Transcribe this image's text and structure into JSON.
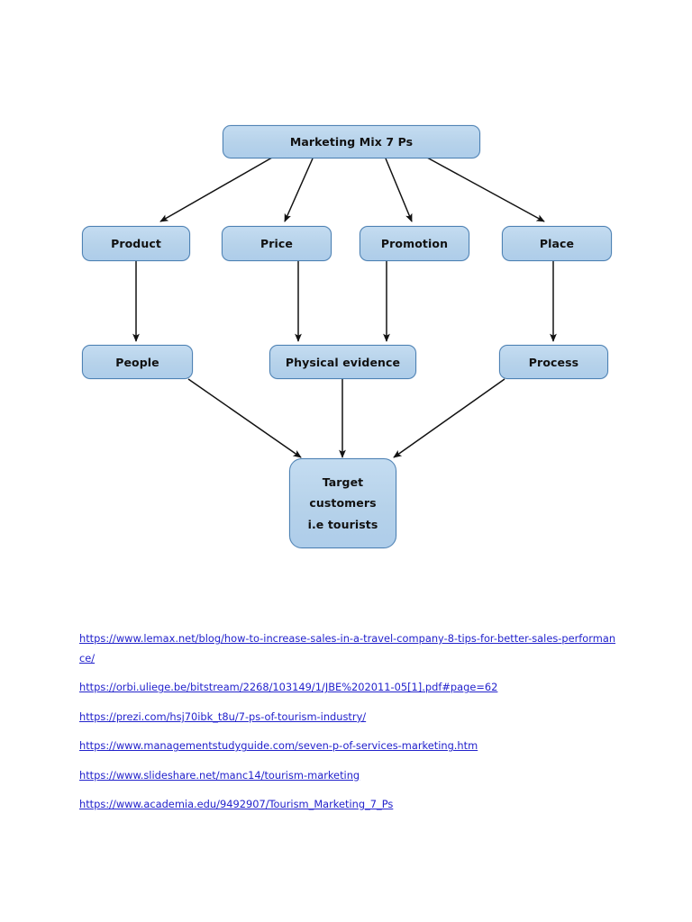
{
  "document": {
    "title": "Marketing Mix 7 Ps",
    "background_color": "#ffffff"
  },
  "diagram": {
    "type": "flowchart",
    "node_fill_color": "#b8d3ea",
    "node_border_color": "#4e82b4",
    "connector_color": "#1a1a1a",
    "nodes": [
      {
        "id": "root",
        "label": "Marketing Mix 7 Ps",
        "level": 0
      },
      {
        "id": "product",
        "label": "Product",
        "level": 1
      },
      {
        "id": "price",
        "label": "Price",
        "level": 1
      },
      {
        "id": "promotion",
        "label": "Promotion",
        "level": 1
      },
      {
        "id": "place",
        "label": "Place",
        "level": 1
      },
      {
        "id": "people",
        "label": "People",
        "level": 2
      },
      {
        "id": "physical_evidence",
        "label": "Physical evidence",
        "level": 2
      },
      {
        "id": "process",
        "label": "Process",
        "level": 2
      },
      {
        "id": "target",
        "label": "Target customers i.e tourists",
        "level": 3,
        "lines": [
          "Target",
          "customers",
          "i.e tourists"
        ]
      }
    ],
    "edges": [
      {
        "from": "root",
        "to": "product"
      },
      {
        "from": "root",
        "to": "price"
      },
      {
        "from": "root",
        "to": "promotion"
      },
      {
        "from": "root",
        "to": "place"
      },
      {
        "from": "product",
        "to": "people"
      },
      {
        "from": "price",
        "to": "physical_evidence"
      },
      {
        "from": "promotion",
        "to": "physical_evidence"
      },
      {
        "from": "place",
        "to": "process"
      },
      {
        "from": "people",
        "to": "target"
      },
      {
        "from": "physical_evidence",
        "to": "target"
      },
      {
        "from": "process",
        "to": "target"
      }
    ]
  },
  "references": {
    "link_color": "#2222cc",
    "items": [
      {
        "text": "https://www.lemax.net/blog/how-to-increase-sales-in-a-travel-company-8-tips-for-better-sales-performance/"
      },
      {
        "text": "https://orbi.uliege.be/bitstream/2268/103149/1/JBE%202011-05[1].pdf#page=62"
      },
      {
        "text": "https://prezi.com/hsj70ibk_t8u/7-ps-of-tourism-industry/"
      },
      {
        "text": "https://www.managementstudyguide.com/seven-p-of-services-marketing.htm"
      },
      {
        "text": "https://www.slideshare.net/manc14/tourism-marketing"
      },
      {
        "text": "https://www.academia.edu/9492907/Tourism_Marketing_7_Ps"
      }
    ]
  }
}
